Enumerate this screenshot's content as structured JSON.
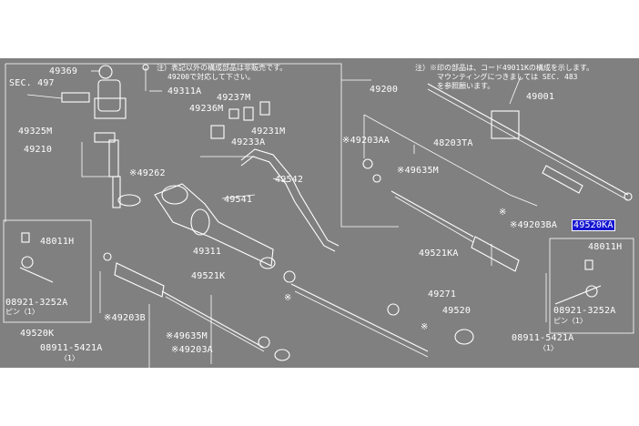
{
  "notes": {
    "left_line1": "注）表記以外の構成部品は非販売です。",
    "left_line2": "49200で対応して下さい。",
    "right_line1": "注）※印の部品は、コード49011Kの構成を示します。",
    "right_line2": "マウンティングにつきましては SEC. 483",
    "right_line3": "を参照願います。"
  },
  "labels": {
    "p49369": "49369",
    "sec497": "SEC. 497",
    "p49311A": "49311A",
    "p49237M": "49237M",
    "p49236M": "49236M",
    "p49231M": "49231M",
    "p49233A": "49233A",
    "p49325M": "49325M",
    "p49210": "49210",
    "p49262": "※49262",
    "p49200": "49200",
    "p49203AA": "※49203AA",
    "p48203TA": "48203TA",
    "p49635M_top": "※49635M",
    "p49001": "49001",
    "p49542": "49542",
    "p49541": "49541",
    "p49311": "49311",
    "p49203BA": "※49203BA",
    "p49520KA": "49520KA",
    "p48011H_left": "48011H",
    "p48011H_right": "48011H",
    "p49521K": "49521K",
    "p49521KA": "49521KA",
    "p08921_left": "08921-3252A",
    "pin_left": "ピン〈1〉",
    "p08921_right": "08921-3252A",
    "pin_right": "ピン〈1〉",
    "p49271": "49271",
    "p49203B": "※49203B",
    "p49520": "49520",
    "p49520K": "49520K",
    "p49635M_bot": "※49635M",
    "p08911_left": "08911-5421A",
    "qty_left": "〈1〉",
    "p49203A": "※49203A",
    "p08911_right": "08911-5421A",
    "qty_right": "〈1〉",
    "star": "※"
  },
  "colors": {
    "background": "#808080",
    "line": "#ffffff",
    "highlight": "#1515d0"
  }
}
